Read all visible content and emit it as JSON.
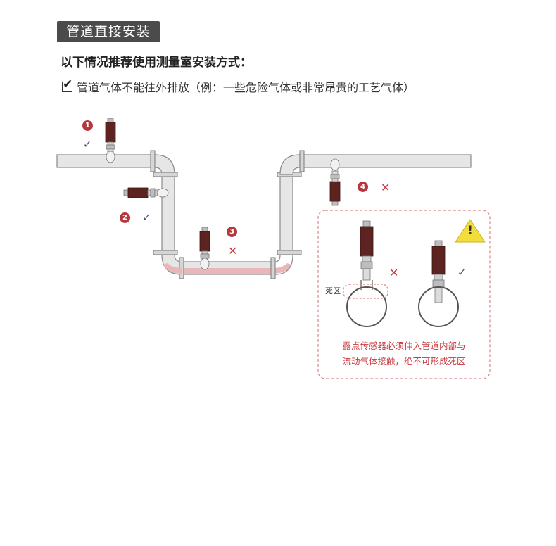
{
  "title": "管道直接安装",
  "subtitle": "以下情况推荐使用测量室安装方式：",
  "check_item": "管道气体不能往外排放（例：一些危险气体或非常昂贵的工艺气体）",
  "positions": [
    {
      "number": "1",
      "status": "✓"
    },
    {
      "number": "2",
      "status": "✓"
    },
    {
      "number": "3",
      "status": "✕"
    },
    {
      "number": "4",
      "status": "✕"
    }
  ],
  "detail": {
    "dead_zone_label": "死区",
    "bad_mark": "✕",
    "good_mark": "✓",
    "warning_symbol": "!",
    "note_line1": "露点传感器必须伸入管道内部与",
    "note_line2": "流动气体接触，绝不可形成死区"
  },
  "colors": {
    "accent_red": "#c8393e",
    "number_badge": "#b5363b",
    "check_purple": "#5a4a72",
    "pipe_fill": "#e6e6e6",
    "pipe_stroke": "#8a8a8a",
    "sensor_body": "#5c2320",
    "condensate": "#e9b7b9",
    "warning_yellow": "#f3dd3a"
  }
}
